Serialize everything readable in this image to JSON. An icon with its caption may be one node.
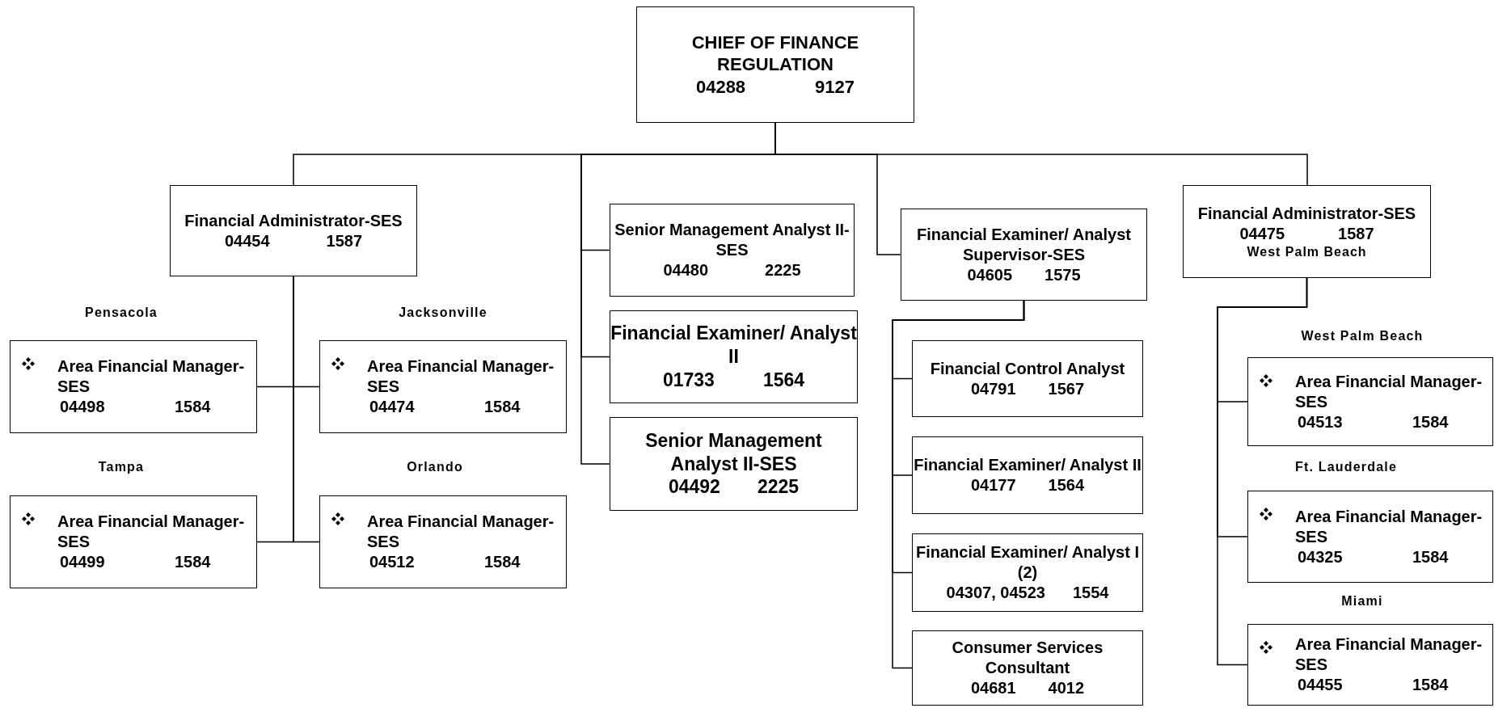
{
  "diagram": {
    "nodes": [
      {
        "text": [
          "CHIEF OF FINANCE REGULATION",
          "04288",
          "9127"
        ]
      },
      {
        "text": [
          "Financial Administrator-SES",
          "04454",
          "1587"
        ]
      },
      {
        "text": [
          "Area Financial Manager-SES",
          "04498",
          "1584"
        ],
        "beside": [
          "Pensacola"
        ]
      },
      {
        "text": [
          "Area Financial Manager-SES",
          "04474",
          "1584"
        ],
        "beside": [
          "Jacksonville"
        ]
      },
      {
        "text": [
          "Area Financial Manager-SES",
          "04499",
          "1584"
        ],
        "beside": [
          "Tampa"
        ]
      },
      {
        "text": [
          "Area Financial Manager-SES",
          "04512",
          "1584"
        ],
        "beside": [
          "Orlando"
        ]
      },
      {
        "text": [
          "Senior Management Analyst II-SES",
          "04480",
          "2225"
        ]
      },
      {
        "text": [
          "Financial Examiner/ Analyst II",
          "01733",
          "1564"
        ]
      },
      {
        "text": [
          "Senior Management Analyst II-SES",
          "04492",
          "2225"
        ]
      },
      {
        "text": [
          "Financial Examiner/ Analyst Supervisor-SES",
          "04605",
          "1575"
        ]
      },
      {
        "text": [
          "Financial Control Analyst",
          "04791",
          "1567"
        ]
      },
      {
        "text": [
          "Financial Examiner/ Analyst II",
          "04177",
          "1564"
        ]
      },
      {
        "text": [
          "Financial Examiner/ Analyst I (2)",
          "04307, 04523",
          "1554"
        ]
      },
      {
        "text": [
          "Consumer Services Consultant",
          "04681",
          "4012"
        ]
      },
      {
        "text": [
          "Financial Administrator-SES",
          "04475",
          "1587",
          "West Palm Beach"
        ]
      },
      {
        "text": [
          "Area Financial Manager-SES",
          "04513",
          "1584"
        ],
        "beside": [
          "West Palm Beach"
        ]
      },
      {
        "text": [
          "Area Financial Manager-SES",
          "04325",
          "1584"
        ],
        "beside": [
          "Ft. Lauderdale"
        ]
      },
      {
        "text": [
          "Area Financial Manager-SES",
          "04455",
          "1584"
        ],
        "beside": [
          "Miami"
        ]
      }
    ],
    "edges": [
      {
        "from": 0,
        "to": 1,
        "arrow": "none"
      },
      {
        "from": 0,
        "to": 6,
        "arrow": "none"
      },
      {
        "from": 0,
        "to": 7,
        "arrow": "none"
      },
      {
        "from": 0,
        "to": 8,
        "arrow": "none"
      },
      {
        "from": 0,
        "to": 9,
        "arrow": "none"
      },
      {
        "from": 0,
        "to": 14,
        "arrow": "none"
      },
      {
        "from": 1,
        "to": 2,
        "arrow": "none"
      },
      {
        "from": 1,
        "to": 3,
        "arrow": "none"
      },
      {
        "from": 1,
        "to": 4,
        "arrow": "none"
      },
      {
        "from": 1,
        "to": 5,
        "arrow": "none"
      },
      {
        "from": 9,
        "to": 10,
        "arrow": "none"
      },
      {
        "from": 9,
        "to": 11,
        "arrow": "none"
      },
      {
        "from": 9,
        "to": 12,
        "arrow": "none"
      },
      {
        "from": 9,
        "to": 13,
        "arrow": "none"
      },
      {
        "from": 14,
        "to": 15,
        "arrow": "none"
      },
      {
        "from": 14,
        "to": 16,
        "arrow": "none"
      },
      {
        "from": 14,
        "to": 17,
        "arrow": "none"
      }
    ]
  }
}
